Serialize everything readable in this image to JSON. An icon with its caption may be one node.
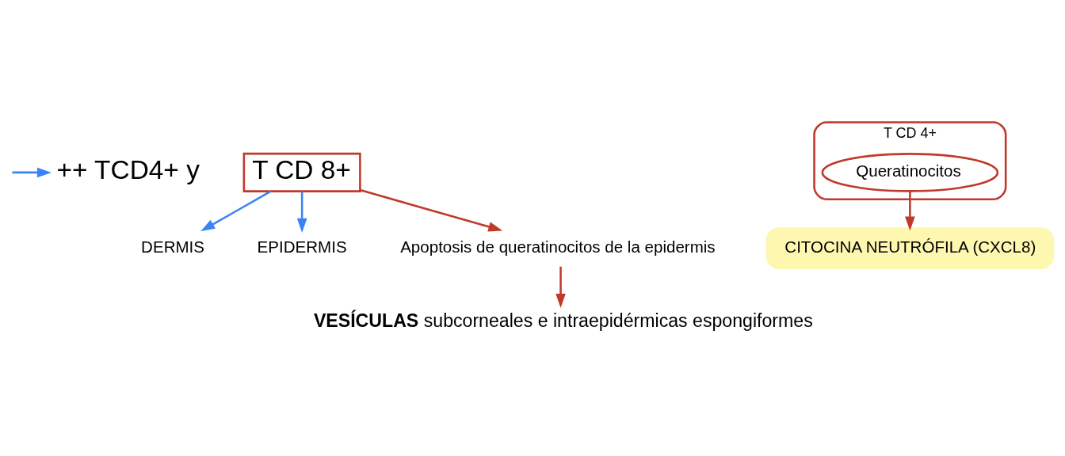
{
  "diagram": {
    "nodes": [
      {
        "text": [
          "++ TCD4+ y"
        ]
      },
      {
        "text": [
          "T CD 8+"
        ]
      },
      {
        "text": [
          "DERMIS"
        ]
      },
      {
        "text": [
          "EPIDERMIS"
        ]
      },
      {
        "text": [
          "Apoptosis de queratinocitos de la epidermis"
        ]
      },
      {
        "text": [
          "**VESÍCULAS** subcorneales e intraepidérmicas espongiformes"
        ]
      },
      {
        "text": [
          "T CD 4+"
        ]
      },
      {
        "text": [
          "Queratinocitos"
        ],
        "in": 6
      },
      {
        "text": [
          "CITOCINA NEUTRÓFILA (CXCL8)"
        ]
      }
    ],
    "edges": [
      {
        "from": null,
        "to": 0,
        "arrow": "to",
        "color": "#3b82f6"
      },
      {
        "from": 1,
        "to": 2,
        "arrow": "to",
        "color": "#3b82f6"
      },
      {
        "from": 1,
        "to": 3,
        "arrow": "to",
        "color": "#3b82f6"
      },
      {
        "from": 1,
        "to": 4,
        "arrow": "to",
        "color": "#c0392b"
      },
      {
        "from": 4,
        "to": 5,
        "arrow": "to",
        "color": "#c0392b"
      },
      {
        "from": 7,
        "to": 8,
        "arrow": "to",
        "color": "#c0392b"
      }
    ]
  }
}
